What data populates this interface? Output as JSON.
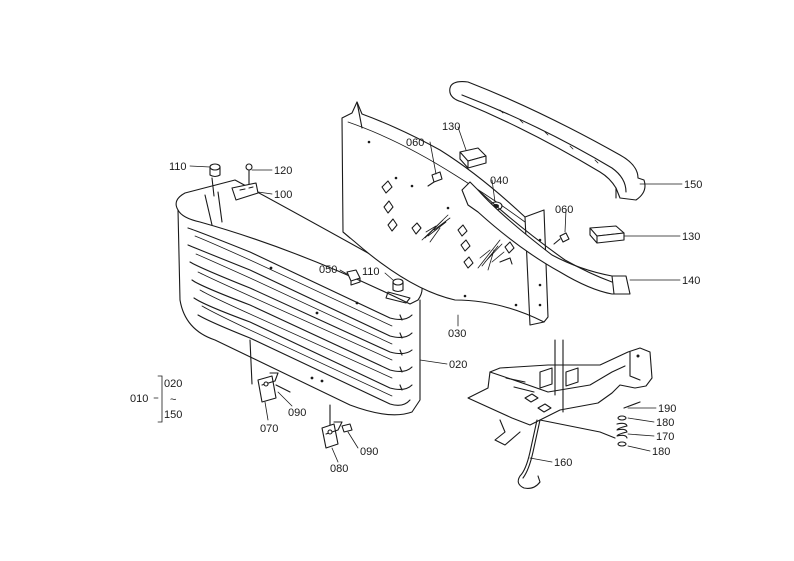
{
  "callouts": [
    {
      "id": "p110a",
      "text": "110"
    },
    {
      "id": "p120",
      "text": "120"
    },
    {
      "id": "p100",
      "text": "100"
    },
    {
      "id": "p060a",
      "text": "060"
    },
    {
      "id": "p130a",
      "text": "130"
    },
    {
      "id": "p040",
      "text": "040"
    },
    {
      "id": "p150",
      "text": "150"
    },
    {
      "id": "p060b",
      "text": "060"
    },
    {
      "id": "p130b",
      "text": "130"
    },
    {
      "id": "p140",
      "text": "140"
    },
    {
      "id": "p050",
      "text": "050"
    },
    {
      "id": "p110b",
      "text": "110"
    },
    {
      "id": "p030",
      "text": "030"
    },
    {
      "id": "p020",
      "text": "020"
    },
    {
      "id": "p010",
      "text": "010"
    },
    {
      "id": "p020g",
      "text": "020"
    },
    {
      "id": "p150g",
      "text": "150"
    },
    {
      "id": "p090a",
      "text": "090"
    },
    {
      "id": "p070",
      "text": "070"
    },
    {
      "id": "p090b",
      "text": "090"
    },
    {
      "id": "p080",
      "text": "080"
    },
    {
      "id": "p190",
      "text": "190"
    },
    {
      "id": "p180a",
      "text": "180"
    },
    {
      "id": "p170",
      "text": "170"
    },
    {
      "id": "p180b",
      "text": "180"
    },
    {
      "id": "p160",
      "text": "160"
    }
  ],
  "group_tilde": "~"
}
